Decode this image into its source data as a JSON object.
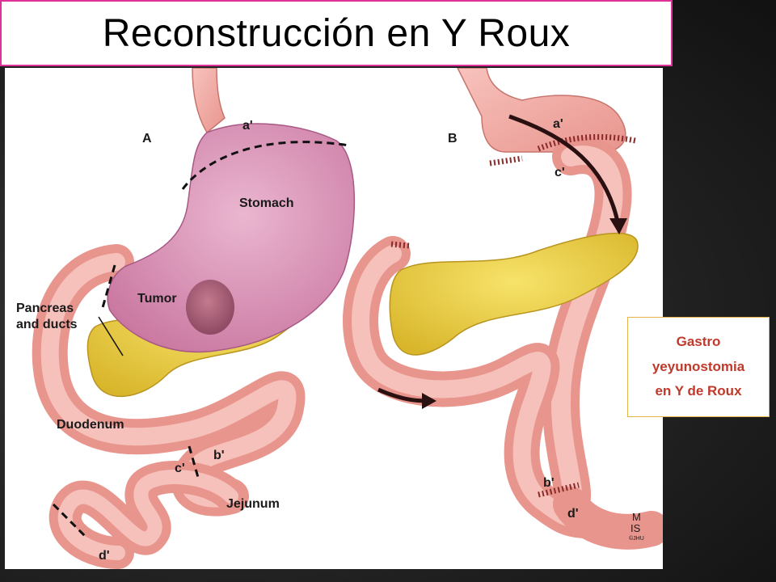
{
  "slide": {
    "title": "Reconstrucción en Y Roux",
    "colors": {
      "accent_border": "#e0309a",
      "side_text": "#c0392b",
      "side_border": "#e8b24a"
    }
  },
  "panel_a": {
    "label": "A",
    "labels": {
      "a_prime": "a'",
      "stomach": "Stomach",
      "tumor": "Tumor",
      "pancreas_line1": "Pancreas",
      "pancreas_line2": "and ducts",
      "duodenum": "Duodenum",
      "b_prime": "b'",
      "c_prime": "c'",
      "jejunum": "Jejunum",
      "d_prime": "d'"
    }
  },
  "panel_b": {
    "label": "B",
    "labels": {
      "a_prime": "a'",
      "c_prime": "c'",
      "b_prime": "b'",
      "d_prime": "d'"
    }
  },
  "logo": {
    "line1": "M",
    "line2": "IS",
    "line3": "©JHU"
  },
  "side_note": {
    "line1": "Gastro",
    "line2": "yeyunostomia",
    "line3": "en Y de Roux"
  }
}
